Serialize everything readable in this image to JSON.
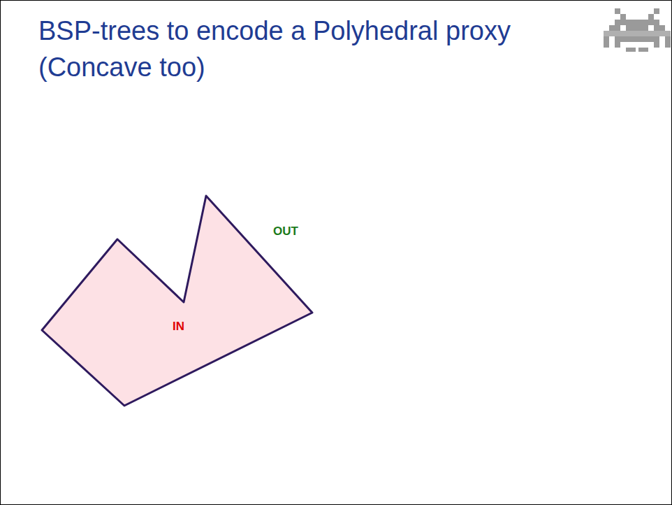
{
  "diagram": {
    "title": "BSP-trees to encode a Polyhedral proxy (Concave too)",
    "labels": [
      "OUT",
      "IN"
    ]
  }
}
